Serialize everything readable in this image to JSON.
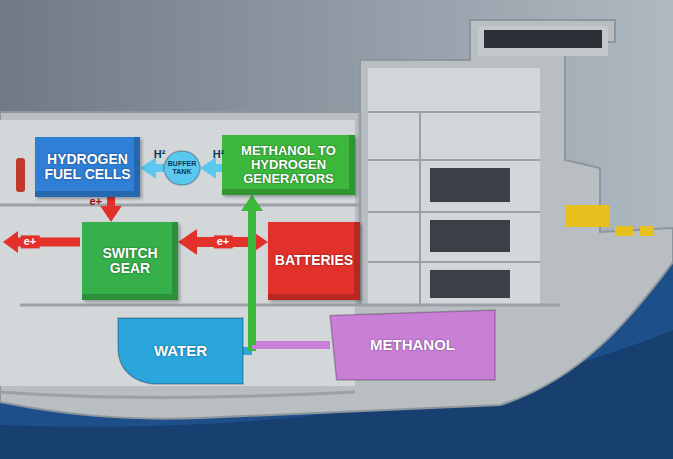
{
  "diagram": {
    "nodes": [
      {
        "text": [
          "HYDROGEN FUEL CELLS"
        ]
      },
      {
        "text": [
          "BUFFER TANK"
        ]
      },
      {
        "text": [
          "METHANOL TO HYDROGEN GENERATORS"
        ]
      },
      {
        "text": [
          "SWITCH GEAR"
        ]
      },
      {
        "text": [
          "BATTERIES"
        ]
      },
      {
        "text": [
          "WATER"
        ]
      },
      {
        "text": [
          "METHANOL"
        ]
      }
    ],
    "edges": [
      {
        "from": 2,
        "to": 1,
        "label": "H²",
        "arrow": "to"
      },
      {
        "from": 1,
        "to": 0,
        "label": "H²",
        "arrow": "to"
      },
      {
        "from": 0,
        "to": 3,
        "label": "e+",
        "arrow": "to"
      },
      {
        "from": 3,
        "to": 4,
        "label": "e+",
        "arrow": "both"
      },
      {
        "from": 5,
        "to": 2,
        "arrow": "to"
      },
      {
        "from": 6,
        "to": 2,
        "arrow": "to"
      }
    ],
    "labels": [
      "e+"
    ]
  }
}
